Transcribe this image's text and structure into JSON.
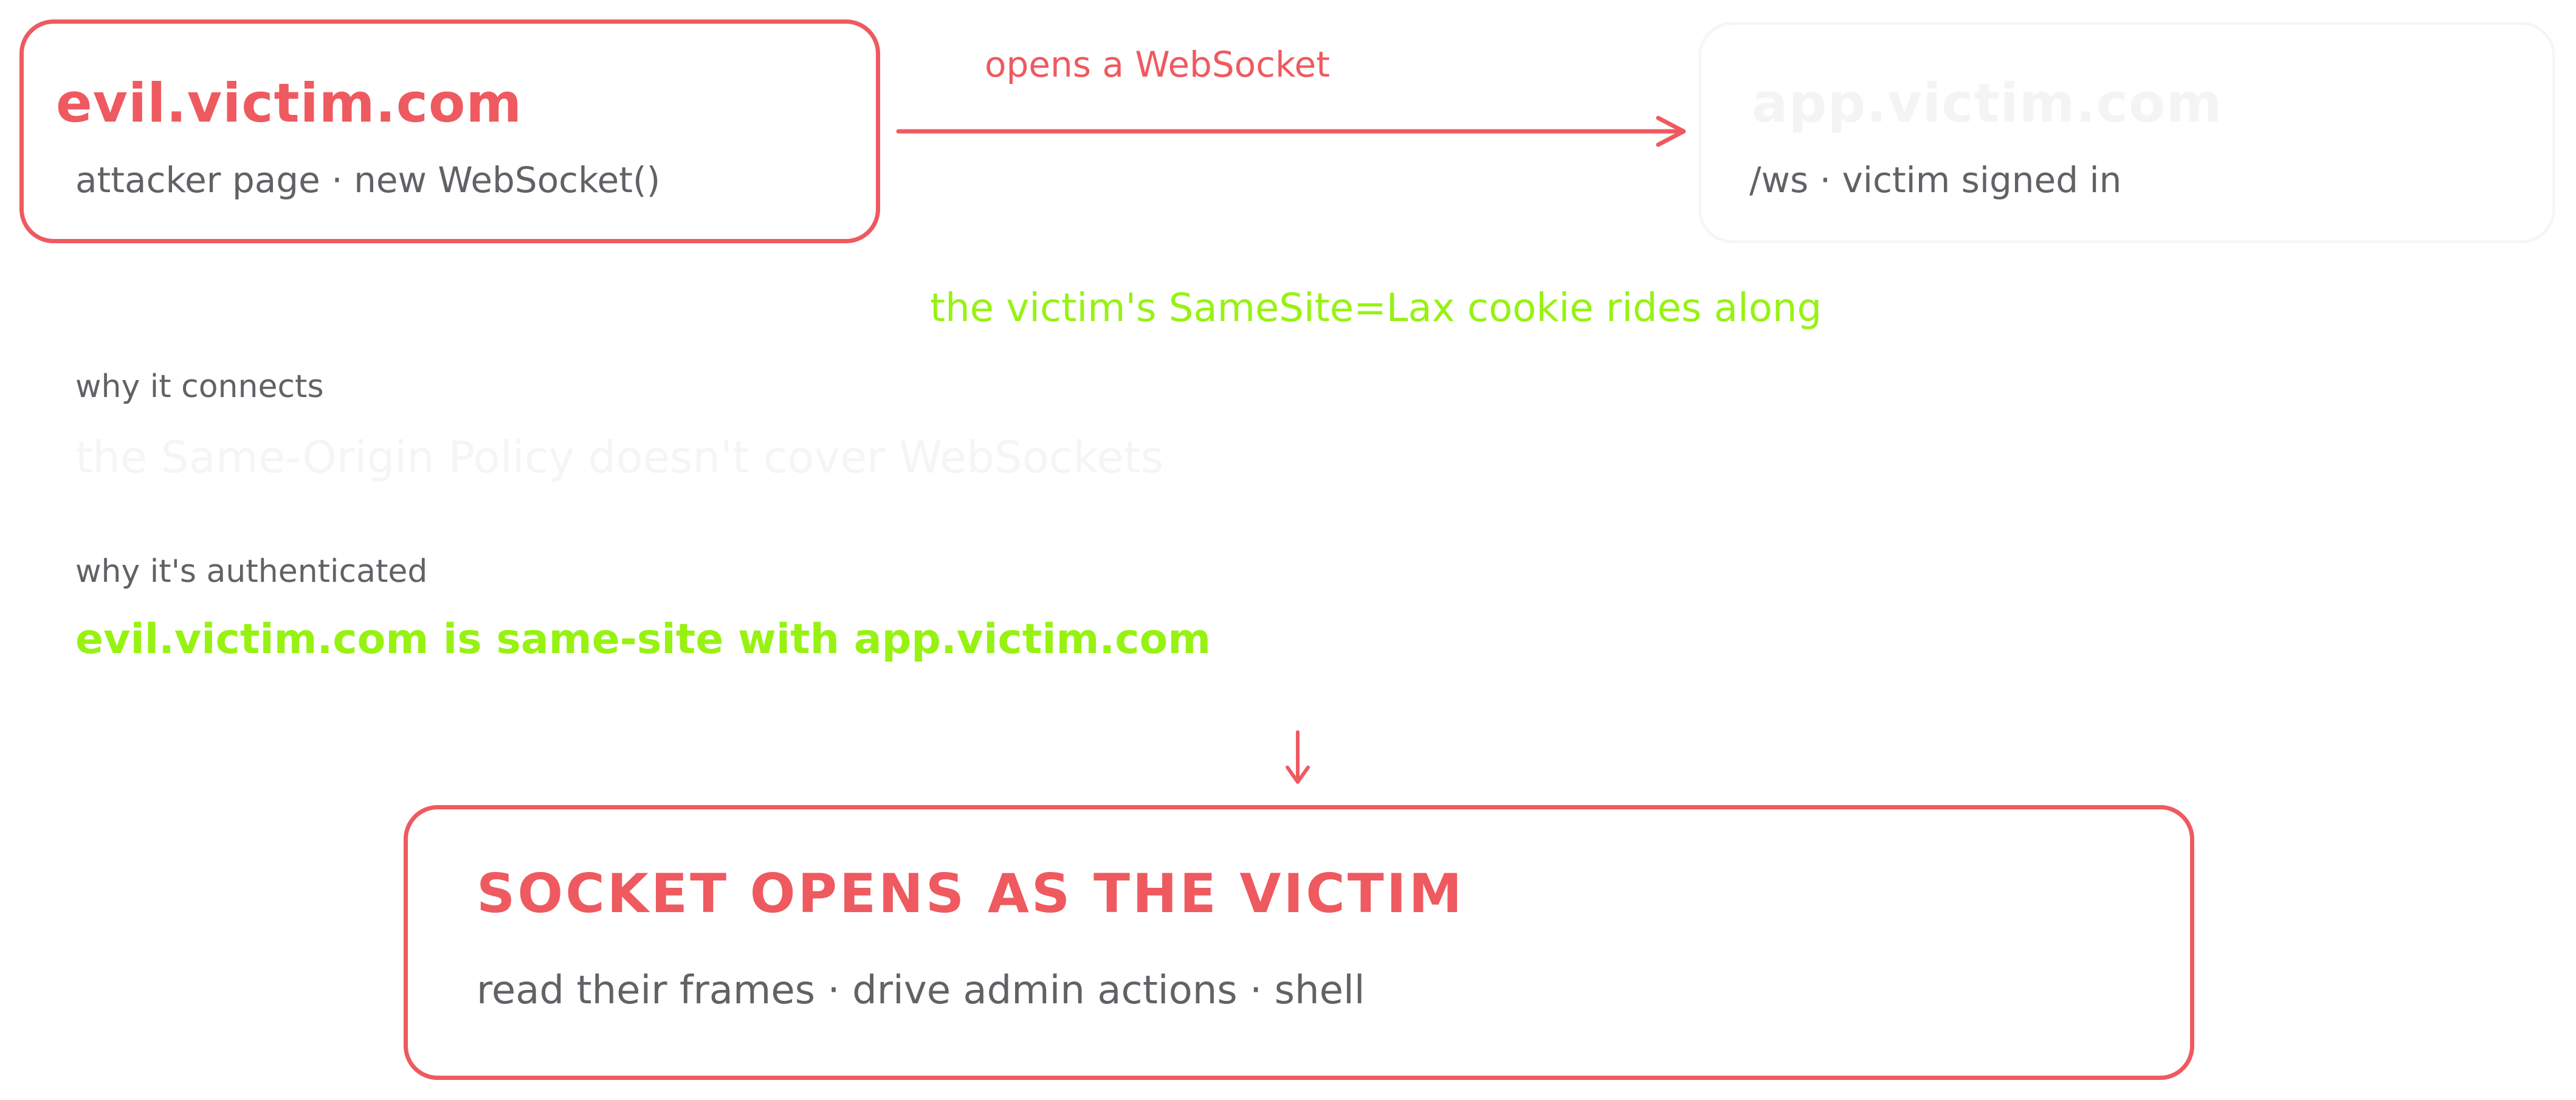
{
  "colors": {
    "accent_red": "#ee5a5f",
    "accent_green": "#97f212",
    "text_gray": "#626166",
    "faded": "#f4f4f6"
  },
  "attacker": {
    "title": "evil.victim.com",
    "subtitle": "attacker page · new WebSocket()"
  },
  "target": {
    "title": "app.victim.com",
    "subtitle": "/ws · victim signed in"
  },
  "connection": {
    "label": "opens a WebSocket"
  },
  "cookie": {
    "label": "the victim's SameSite=Lax cookie rides along"
  },
  "reasons": {
    "connects_label": "why it connects",
    "connects_text": "the Same-Origin Policy doesn't cover WebSockets",
    "auth_label": "why it's authenticated",
    "auth_text": "evil.victim.com is same-site with app.victim.com"
  },
  "result": {
    "title": "SOCKET OPENS AS THE VICTIM",
    "subtitle": "read their frames · drive admin actions · shell"
  }
}
